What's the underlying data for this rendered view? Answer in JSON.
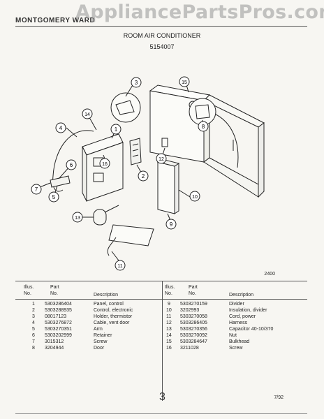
{
  "header": {
    "left_text": "MONTGOMERY WARD",
    "watermark": "AppliancePartsPros.com",
    "title": "ROOM AIR CONDITIONER",
    "model": "5154007"
  },
  "diagram": {
    "callouts": [
      "1",
      "2",
      "3",
      "4",
      "5",
      "6",
      "7",
      "8",
      "9",
      "10",
      "11",
      "12",
      "13",
      "14",
      "15",
      "16"
    ],
    "ref_number": "2400"
  },
  "parts_table": {
    "headers": {
      "illus_line1": "Illus.",
      "illus_line2": "No.",
      "part_line1": "Part",
      "part_line2": "No.",
      "description": "Description"
    },
    "left": [
      {
        "no": "1",
        "part": "5303286404",
        "desc": "Panel, control"
      },
      {
        "no": "2",
        "part": "5303288935",
        "desc": "Control, electronic"
      },
      {
        "no": "3",
        "part": "08017123",
        "desc": "Holder, thermistor"
      },
      {
        "no": "4",
        "part": "5303276872",
        "desc": "Cable, vent door"
      },
      {
        "no": "5",
        "part": "5303270351",
        "desc": "Arm"
      },
      {
        "no": "6",
        "part": "5303202999",
        "desc": "Retainer"
      },
      {
        "no": "7",
        "part": "3015312",
        "desc": "Screw"
      },
      {
        "no": "8",
        "part": "3204944",
        "desc": "Door"
      }
    ],
    "right": [
      {
        "no": "9",
        "part": "5303270159",
        "desc": "Divider"
      },
      {
        "no": "10",
        "part": "3202993",
        "desc": "Insulation, divider"
      },
      {
        "no": "11",
        "part": "5303270058",
        "desc": "Cord, power"
      },
      {
        "no": "12",
        "part": "5303286405",
        "desc": "Harness"
      },
      {
        "no": "13",
        "part": "5303270356",
        "desc": "Capacitor 40-10/370"
      },
      {
        "no": "14",
        "part": "5303270092",
        "desc": "Nut"
      },
      {
        "no": "15",
        "part": "5303284647",
        "desc": "Bulkhead"
      },
      {
        "no": "16",
        "part": "3211028",
        "desc": "Screw"
      }
    ]
  },
  "footer": {
    "page_number": "3",
    "date": "7/92"
  }
}
